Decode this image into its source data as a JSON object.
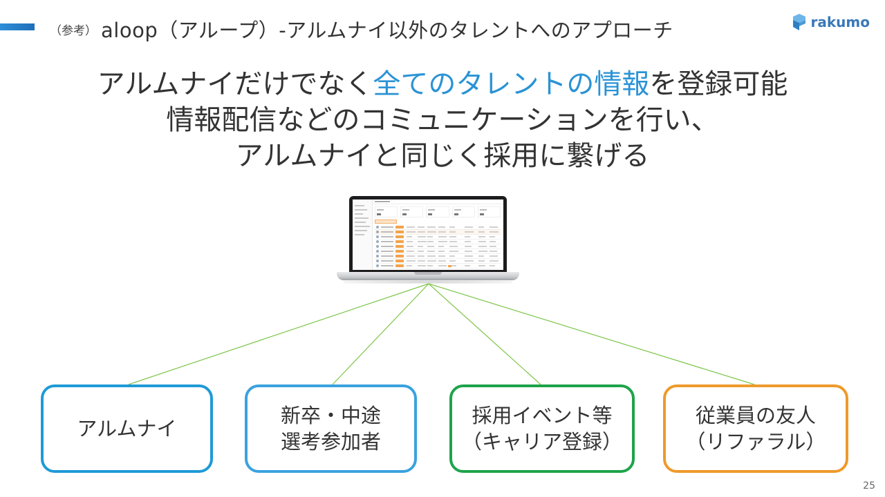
{
  "header": {
    "prefix": "（参考）",
    "title": "aloop（アループ）-アルムナイ以外のタレントへのアプローチ"
  },
  "logo": {
    "text": "rakumo"
  },
  "headline": {
    "line1_pre": "アルムナイだけでなく",
    "line1_highlight": "全てのタレントの情報",
    "line1_post": "を登録可能",
    "line2": "情報配信などのコミュニケーションを行い、",
    "line3": "アルムナイと同じく採用に繋げる"
  },
  "boxes": {
    "alumni": {
      "line1": "アルムナイ"
    },
    "new_grad": {
      "line1": "新卒・中途",
      "line2": "選考参加者"
    },
    "event": {
      "line1": "採用イベント等",
      "line2": "（キャリア登録）"
    },
    "referral": {
      "line1": "従業員の友人",
      "line2": "（リファラル）"
    }
  },
  "colors": {
    "accent_blue": "#2a93d5",
    "box_alumni": "#1f9ad6",
    "box_new_grad": "#3aa2de",
    "box_event": "#1ea34a",
    "box_referral": "#ee9a2b",
    "connector": "#7cc547"
  },
  "page_number": "25"
}
